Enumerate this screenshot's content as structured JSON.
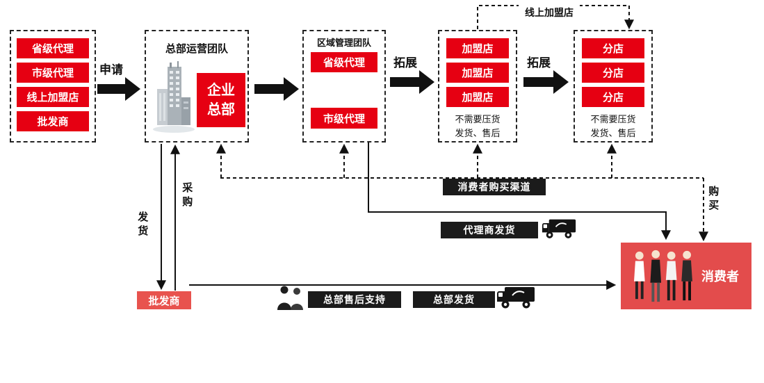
{
  "colors": {
    "node_red": "#e60012",
    "wholesaler_red": "#e8534e",
    "consumer_red": "#e34c4c",
    "label_black": "#1b1b1b"
  },
  "left_group": {
    "items": [
      "省级代理",
      "市级代理",
      "线上加盟店",
      "批发商"
    ]
  },
  "arrows": {
    "apply": "申请",
    "expand1": "拓展",
    "expand2": "拓展",
    "shipping": "发货",
    "purchasing": "采购",
    "buy": "购买"
  },
  "hq_group": {
    "title": "总部运营团队",
    "main_box": "企业总部"
  },
  "regional_group": {
    "title": "区域管理团队",
    "top_box": "省级代理",
    "bottom_box": "市级代理"
  },
  "franchise_group": {
    "items": [
      "加盟店",
      "加盟店",
      "加盟店"
    ],
    "note1": "不需要压货",
    "note2": "发货、售后"
  },
  "branch_group": {
    "items": [
      "分店",
      "分店",
      "分店"
    ],
    "note1": "不需要压货",
    "note2": "发货、售后"
  },
  "top_bridge": {
    "label": "线上加盟店"
  },
  "channel_labels": {
    "consumer_channel": "消费者购买渠道",
    "agent_shipping": "代理商发货",
    "hq_after_sales": "总部售后支持",
    "hq_shipping": "总部发货"
  },
  "wholesaler": {
    "label": "批发商"
  },
  "consumer": {
    "label": "消费者"
  }
}
